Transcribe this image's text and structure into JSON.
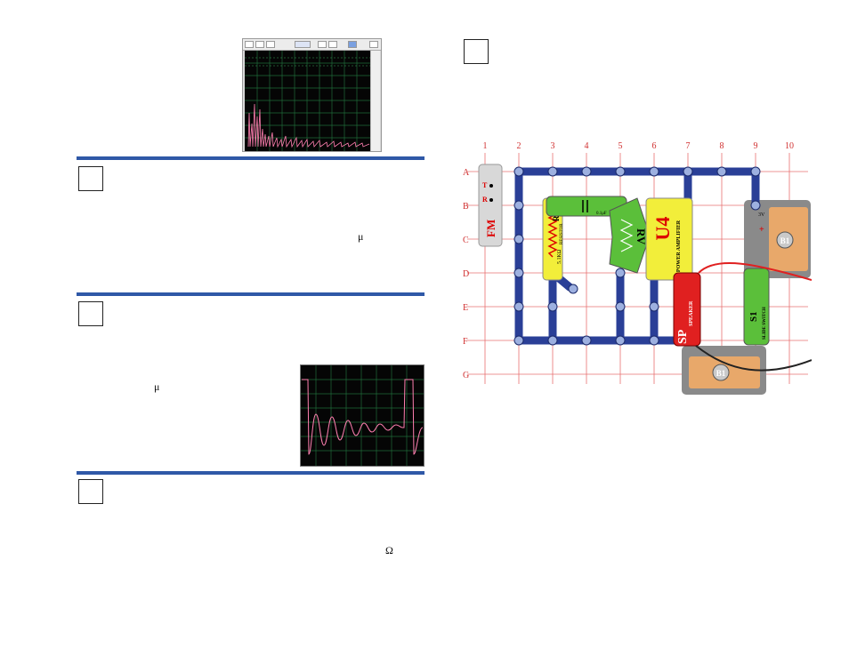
{
  "symbols": {
    "micro_1": "μ",
    "micro_2": "μ",
    "ohm": "Ω"
  },
  "circuit": {
    "columns": [
      "1",
      "2",
      "3",
      "4",
      "5",
      "6",
      "7",
      "8",
      "9",
      "10"
    ],
    "rows": [
      "A",
      "B",
      "C",
      "D",
      "E",
      "F",
      "G"
    ],
    "parts": {
      "fm": "FM",
      "fm_t": "T",
      "fm_r": "R",
      "r3": "R3",
      "r3_value": "5.1KΩ",
      "r3_desc": "RESISTOR",
      "cap_value": "0.1μF",
      "rv": "RV",
      "u4": "U4",
      "u4_desc": "POWER AMPLIFIER",
      "b1": "B1",
      "b1_volt": "3V",
      "sp": "SP",
      "sp_desc": "SPEAKER",
      "s1": "S1",
      "s1_desc": "SLIDE SWITCH",
      "b1b": "B1"
    }
  },
  "colors": {
    "accent_rule": "#2f58a7",
    "snap_blue": "#2a3f97",
    "grid_red": "#e05050"
  }
}
